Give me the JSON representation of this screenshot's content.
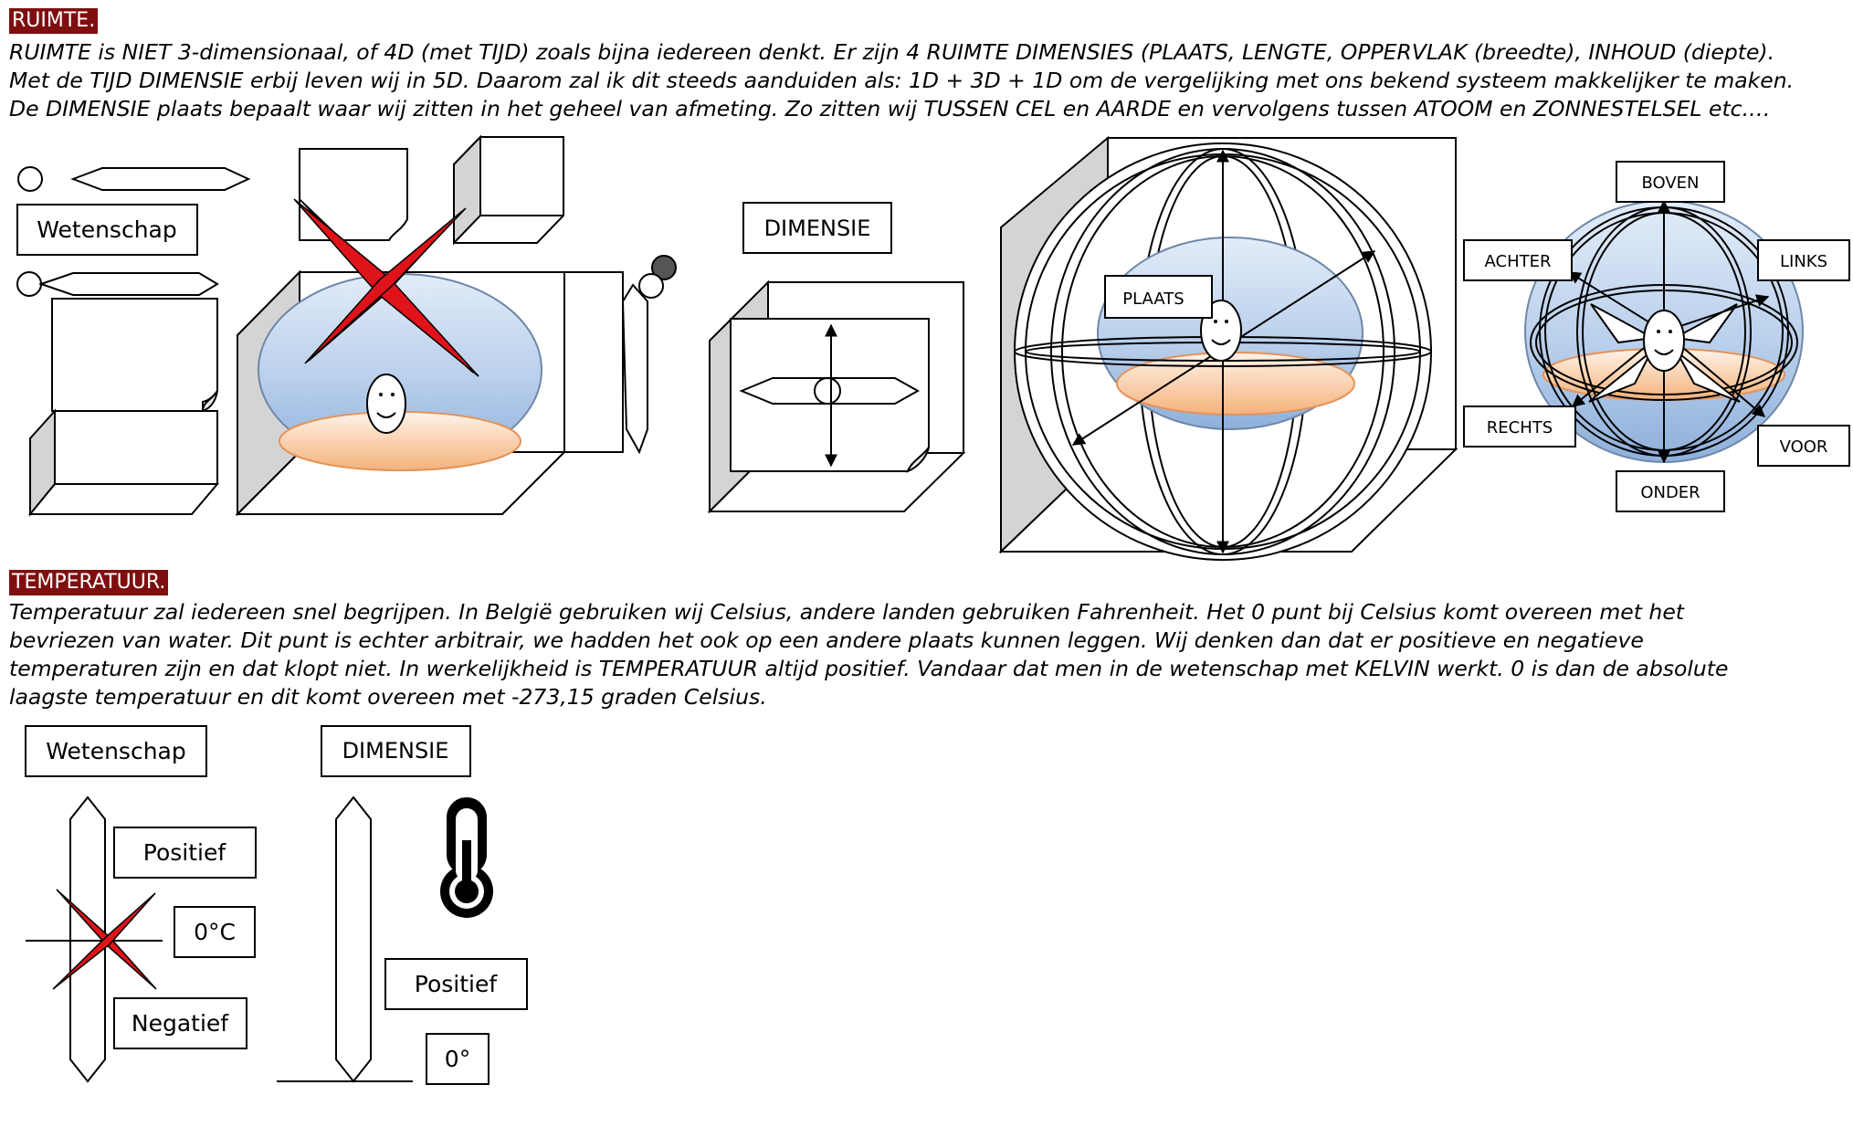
{
  "ruimte": {
    "heading": "RUIMTE.",
    "lines": [
      "RUIMTE is NIET 3-dimensionaal, of 4D (met TIJD) zoals bijna iedereen denkt. Er zijn 4 RUIMTE DIMENSIES (PLAATS, LENGTE, OPPERVLAK (breedte), INHOUD (diepte).",
      "Met de TIJD DIMENSIE erbij leven wij in 5D. Daarom zal ik dit steeds aanduiden als: 1D + 3D + 1D om de vergelijking met ons bekend systeem makkelijker te maken.",
      "De DIMENSIE plaats bepaalt waar wij zitten in het geheel van afmeting. Zo zitten wij TUSSEN CEL en AARDE en vervolgens tussen ATOOM en ZONNESTELSEL etc.…"
    ],
    "labels": {
      "wetenschap": "Wetenschap",
      "dimensie": "DIMENSIE",
      "plaats": "PLAATS",
      "boven": "BOVEN",
      "achter": "ACHTER",
      "links": "LINKS",
      "rechts": "RECHTS",
      "voor": "VOOR",
      "onder": "ONDER"
    }
  },
  "temperatuur": {
    "heading": "TEMPERATUUR.",
    "lines": [
      "Temperatuur zal iedereen snel begrijpen. In België gebruiken wij Celsius, andere landen gebruiken Fahrenheit. Het 0 punt bij Celsius komt overeen met het",
      "bevriezen van water. Dit punt is echter arbitrair, we hadden het ook op een andere plaats kunnen leggen. Wij denken dan dat er positieve en negatieve",
      "temperaturen zijn en dat klopt niet. In werkelijkheid is TEMPERATUUR altijd positief. Vandaar dat men in de wetenschap met KELVIN werkt. 0 is dan de absolute",
      "laagste temperatuur en dit komt overeen met -273,15 graden Celsius."
    ],
    "labels": {
      "wetenschap": "Wetenschap",
      "dimensie": "DIMENSIE",
      "positief_left": "Positief",
      "zero_celsius": "0°C",
      "negatief": "Negatief",
      "positief_right": "Positief",
      "zero": "0°"
    },
    "icons": [
      "thermometer-icon",
      "cross-icon"
    ]
  },
  "colors": {
    "heading_bg": "#7f0f0f",
    "cross": "#e0121a",
    "sphere_top": "#d7e5f5",
    "sphere_bottom": "#8fb2dc",
    "disk": "#f7b98a",
    "side_shade": "#d4d4d4"
  }
}
